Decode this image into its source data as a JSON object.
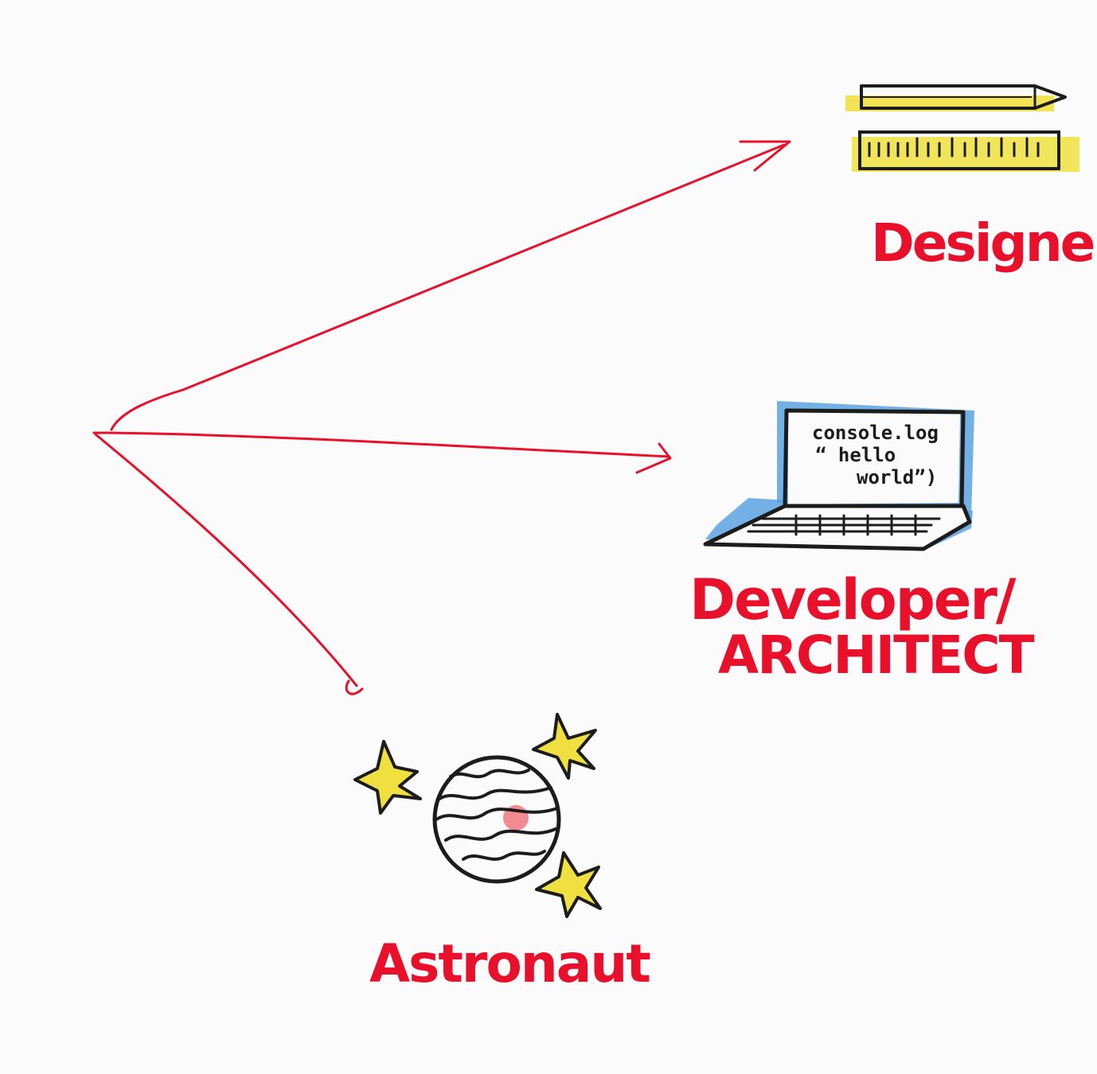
{
  "colors": {
    "ink": "#e8102a",
    "outline": "#1c1c1c",
    "yellow": "#efe040",
    "blue": "#5aa2e0",
    "pink": "#f27e86",
    "background": "#fbfbfb"
  },
  "icons": {
    "designer": "pencil-and-ruler-icon",
    "developer": "laptop-icon",
    "astronaut": "planet-and-stars-icon"
  },
  "labels": {
    "designer": "Designer",
    "developer_line1": "Developer/",
    "developer_line2": "ARCHITECT",
    "astronaut": "Astronaut"
  },
  "laptop_screen": {
    "line1": "console.log",
    "line2": "“ hello",
    "line3": "world”)"
  }
}
